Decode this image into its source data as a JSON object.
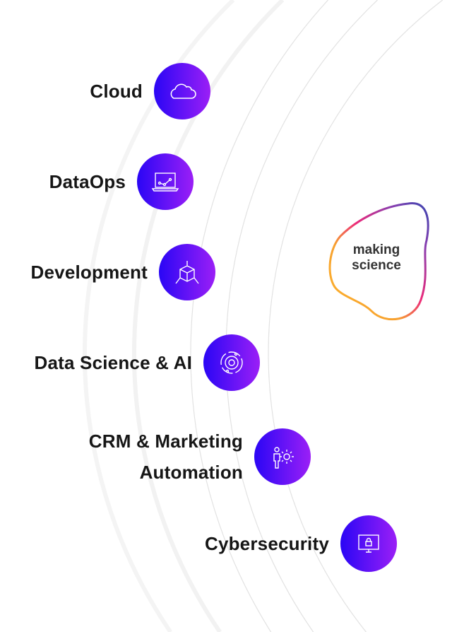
{
  "services": [
    {
      "label": "Cloud",
      "icon": "cloud-icon"
    },
    {
      "label": "DataOps",
      "icon": "laptop-chart-icon"
    },
    {
      "label": "Development",
      "icon": "cube-icon"
    },
    {
      "label": "Data Science & AI",
      "icon": "target-orbit-icon"
    },
    {
      "label_line1": "CRM & Marketing",
      "label_line2": "Automation",
      "icon": "person-gear-icon"
    },
    {
      "label": "Cybersecurity",
      "icon": "monitor-lock-icon"
    }
  ],
  "logo": {
    "line1": "making",
    "line2": "science"
  },
  "colors": {
    "gradient_start": "#2a06f5",
    "gradient_end": "#9b1ff6",
    "text": "#161616"
  }
}
